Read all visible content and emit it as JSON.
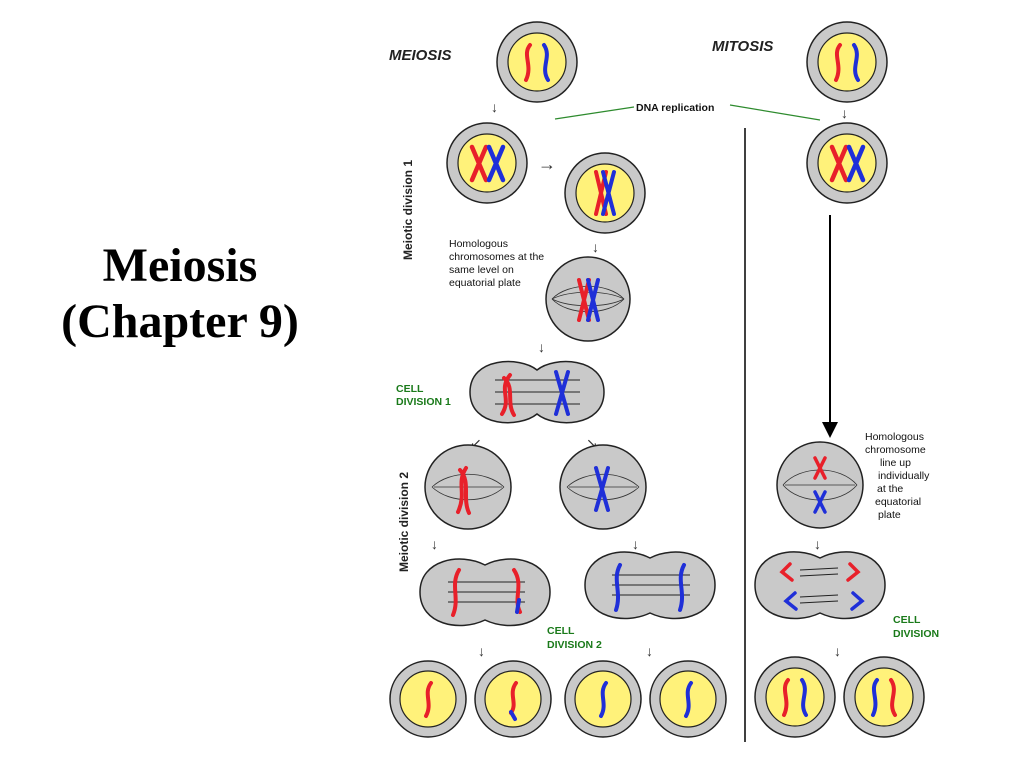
{
  "slide": {
    "title_line1": "Meiosis",
    "title_line2": "(Chapter 9)"
  },
  "diagram": {
    "meiosis_heading": "MEIOSIS",
    "mitosis_heading": "MITOSIS",
    "dna_replication": "DNA replication",
    "meiotic_division_1": "Meiotic division 1",
    "meiotic_division_2": "Meiotic division 2",
    "homologous_note": [
      "Homologous",
      "chromosomes at the",
      "same level on",
      "equatorial plate"
    ],
    "cell_division_1": [
      "CELL",
      "DIVISION 1"
    ],
    "cell_division_2": [
      "CELL",
      "DIVISION 2"
    ],
    "mitosis_note": [
      "Homologous",
      "chromosome",
      "line up",
      "individually",
      "at the",
      "equatorial",
      "plate"
    ],
    "cell_division": [
      "CELL",
      "DIVISION"
    ]
  },
  "colors": {
    "maternal": "#e8202a",
    "paternal": "#1f2fd8",
    "nucleus": "#fff27a",
    "cytoplasm": "#c9c9c9",
    "label_green": "#1a7a1a",
    "line_green": "#2e8b2e"
  }
}
